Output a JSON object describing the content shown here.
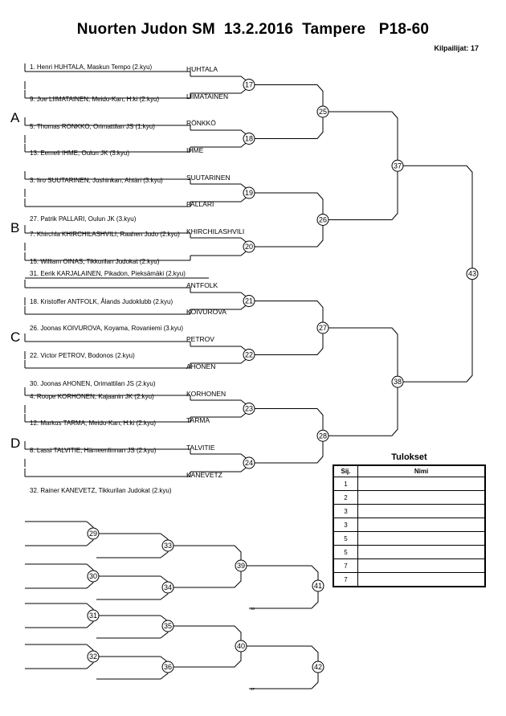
{
  "header": {
    "title": "Nuorten Judon SM  13.2.2016  Tampere   P18-60",
    "competitors": "Kilpailijat: 17"
  },
  "pool_labels": [
    "A",
    "B",
    "C",
    "D"
  ],
  "entries": [
    "1. Henri HUHTALA, Maskun Tempo (2.kyu)",
    "9. Joe LIIMATAINEN, Meido-Kan, H:ki (2.kyu)",
    "5. Thomas RONKKO, Orimattilan JS (1.kyu)",
    "13. Eemeli IHME, Oulun JK (3.kyu)",
    "3. Iiro SUUTARINEN, Jushinkan, Ahtäri (3.kyu)",
    "27. Patrik PALLARI, Oulun JK (3.kyu)",
    "7. Khirchla KHIRCHILASHVILI, Raahen Judo (2.kyu)",
    "15. William OINAS, Tikkurilan Judokat (2.kyu)",
    "31. Eerik KARJALAINEN, Pikadon, Pieksämäki (2.kyu)",
    "18. Kristoffer ANTFOLK, Ålands Judoklubb (2.kyu)",
    "26. Joonas KOIVUROVA, Koyama, Rovaniemi (3.kyu)",
    "22. Victor PETROV, Bodonos (2.kyu)",
    "30. Joonas AHONEN, Orimattilan JS (2.kyu)",
    "4. Roope KORHONEN, Kajaanin JK (2.kyu)",
    "12. Markus TARMA, Meido-Kan, H:ki (2.kyu)",
    "8. Lassi TALVITIE, Hämeenlinnan JS (2.kyu)",
    "32. Rainer KANEVETZ, Tikkurilan Judokat (2.kyu)"
  ],
  "winners": [
    "HUHTALA",
    "LIIMATAINEN",
    "RÖNKKÖ",
    "IHME",
    "SUUTARINEN",
    "PALLARI",
    "KHIRCHILASHVILI",
    "ANTFOLK",
    "KOIVUROVA",
    "PETROV",
    "AHONEN",
    "KORHONEN",
    "TARMA",
    "TALVITIE",
    "KANEVETZ"
  ],
  "match_numbers": {
    "round1": [
      "17",
      "18",
      "19",
      "20",
      "21",
      "22",
      "23",
      "24"
    ],
    "round2": [
      "25",
      "26",
      "27",
      "28"
    ],
    "semis": [
      "37",
      "38"
    ],
    "final": "43",
    "repechage_first": [
      "29",
      "30",
      "31",
      "32"
    ],
    "repechage_second": [
      "33",
      "34",
      "35",
      "36"
    ],
    "repechage_third": [
      "39",
      "40"
    ],
    "bronze": [
      "41",
      "42"
    ],
    "small_notes": [
      "38",
      "37"
    ]
  },
  "results": {
    "title": "Tulokset",
    "col_place": "Sij.",
    "col_name": "Nimi",
    "places": [
      "1",
      "2",
      "3",
      "3",
      "5",
      "5",
      "7",
      "7"
    ]
  }
}
